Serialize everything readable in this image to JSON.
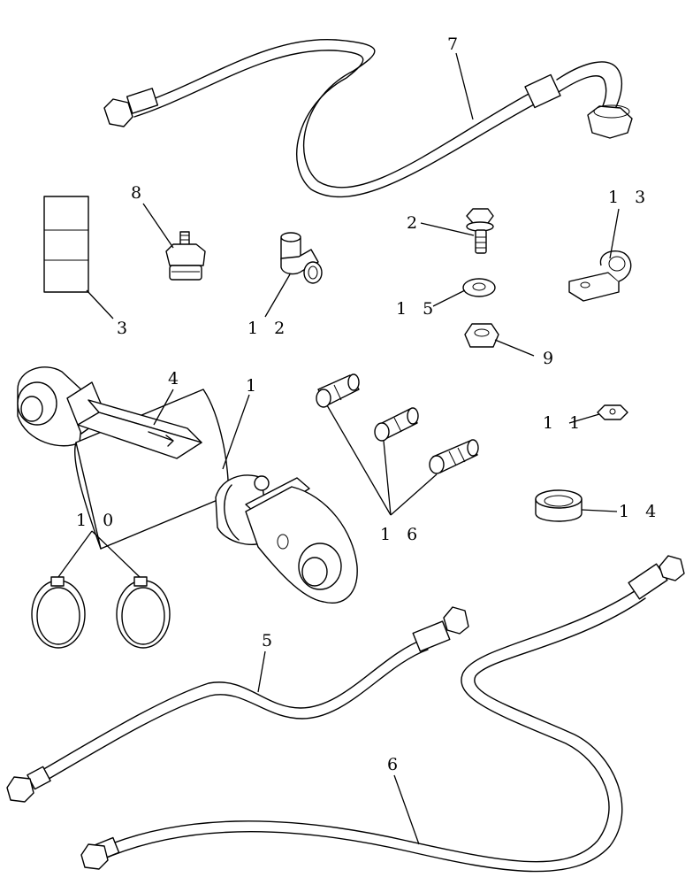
{
  "callouts": {
    "c1": "1",
    "c2": "2",
    "c3": "3",
    "c4": "4",
    "c5": "5",
    "c6": "6",
    "c7": "7",
    "c8": "8",
    "c9": "9",
    "c10": "1 0",
    "c11": "1 1",
    "c12": "1 2",
    "c13": "1 3",
    "c14": "1 4",
    "c15": "1 5",
    "c16": "1 6"
  }
}
